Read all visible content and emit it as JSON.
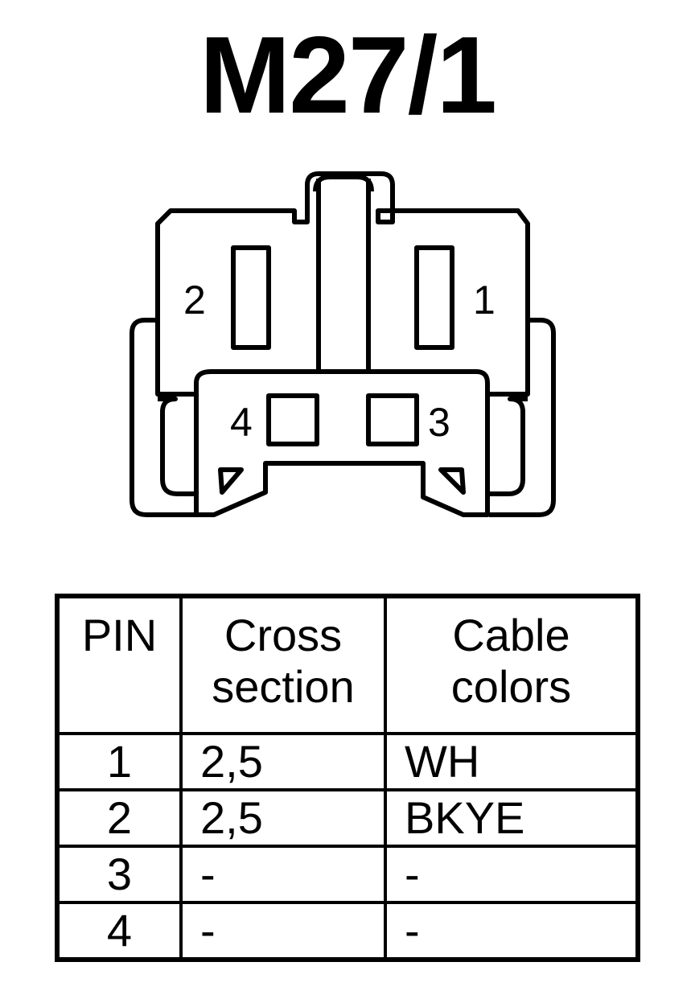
{
  "title": "M27/1",
  "connector": {
    "pins": [
      {
        "label": "1"
      },
      {
        "label": "2"
      },
      {
        "label": "3"
      },
      {
        "label": "4"
      }
    ]
  },
  "table": {
    "headers": {
      "pin": "PIN",
      "cross_line1": "Cross",
      "cross_line2": "section",
      "color_line1": "Cable",
      "color_line2": "colors"
    },
    "rows": [
      {
        "pin": "1",
        "cross_section": "2,5",
        "cable_color": "WH"
      },
      {
        "pin": "2",
        "cross_section": "2,5",
        "cable_color": "BKYE"
      },
      {
        "pin": "3",
        "cross_section": "-",
        "cable_color": "-"
      },
      {
        "pin": "4",
        "cross_section": "-",
        "cable_color": "-"
      }
    ]
  }
}
